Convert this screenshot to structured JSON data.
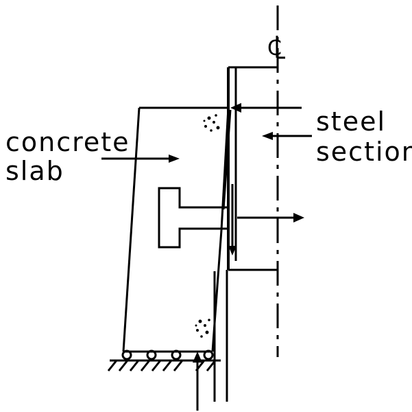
{
  "centerline_symbol": "C",
  "labels": {
    "concrete_line1": "concrete",
    "concrete_line2": "slab",
    "steel_line1": "steel",
    "steel_line2": "section"
  },
  "colors": {
    "ink": "#000000",
    "background": "#ffffff"
  }
}
